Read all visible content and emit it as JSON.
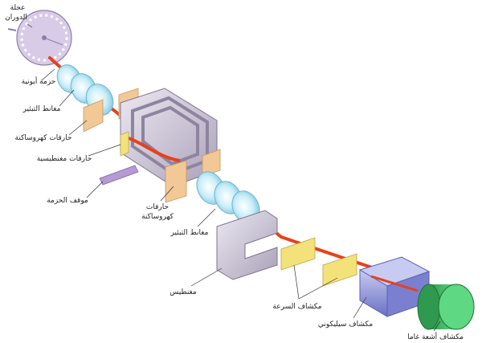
{
  "labels": {
    "wheel_line1": "عجلة",
    "wheel_line2": "الدوران",
    "ion_beam": "حزمة أيونية",
    "focus_magnets_1": "مغانط التبئير",
    "electro_deflectors_1": "حارفات كهروساكنة",
    "magnetic_deflectors": "حارفات مغنطيسية",
    "beam_stop": "موقف الحزمة",
    "electro_deflectors_2_line1": "حارفات",
    "electro_deflectors_2_line2": "كهروساكنة",
    "focus_magnets_2": "مغانط التبئير",
    "magnet": "مغنطيس",
    "velocity_detector": "مكشاف السرعة",
    "silicon_detector": "مكشاف سيليكوني",
    "gamma_detector": "مكشاف أشعة غاما"
  },
  "colors": {
    "beam": "#e8401c",
    "wheel": "#d8cbe8",
    "lens": "#bfe6f2",
    "magnet": "#cdc6d8",
    "deflector": "#f2c896",
    "velocity_plate": "#f3e27a",
    "beam_stop": "#b59ad3",
    "silicon": "#8a8fd6",
    "gamma": "#3fc46a"
  }
}
